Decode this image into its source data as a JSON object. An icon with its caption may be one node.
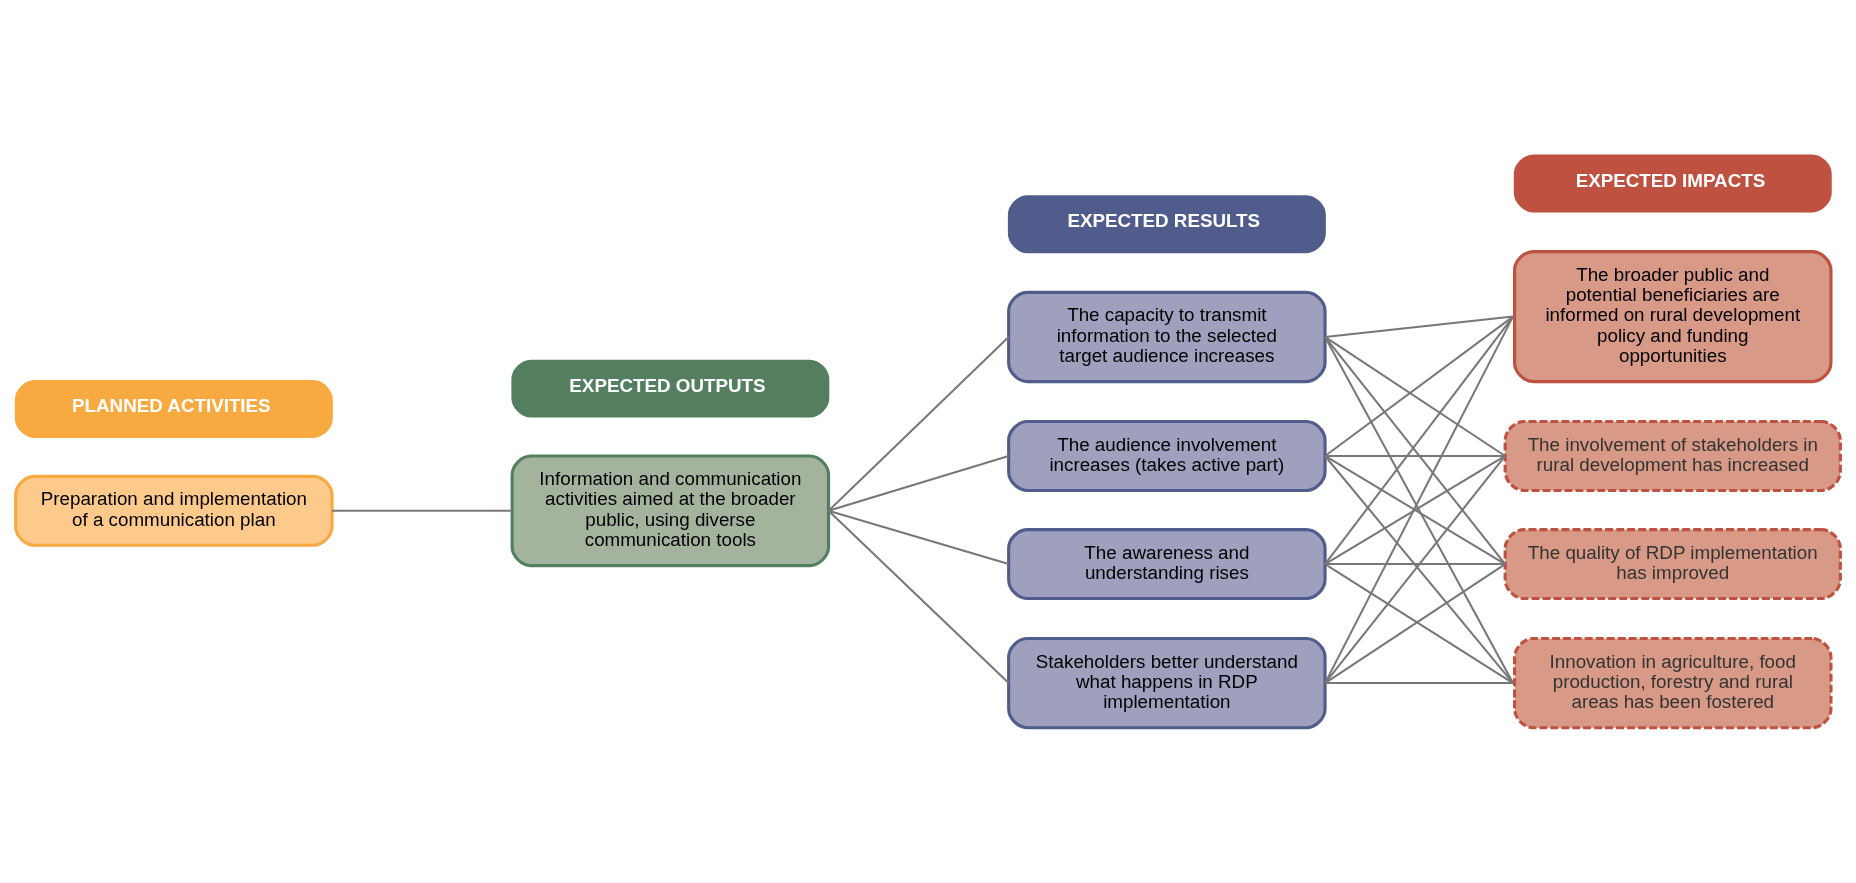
{
  "diagram": {
    "nodes": [
      {
        "text": [
          "PLANNED ACTIVITIES"
        ]
      },
      {
        "text": [
          "EXPECTED OUTPUTS"
        ]
      },
      {
        "text": [
          "EXPECTED RESULTS"
        ]
      },
      {
        "text": [
          "EXPECTED IMPACTS"
        ]
      },
      {
        "text": [
          "Preparation and implementation of a communication plan"
        ]
      },
      {
        "text": [
          "Information and communication activities aimed at the broader public, using diverse communication tools"
        ]
      },
      {
        "text": [
          "The capacity to transmit information to the selected target audience increases"
        ]
      },
      {
        "text": [
          "The audience involvement increases (takes active part)"
        ]
      },
      {
        "text": [
          "The awareness and understanding rises"
        ]
      },
      {
        "text": [
          "Stakeholders better understand what happens in RDP implementation"
        ]
      },
      {
        "text": [
          "The broader public and potential beneficiaries are informed on rural development policy and funding opportunities"
        ]
      },
      {
        "text": [
          "The involvement of stakeholders in rural development has increased"
        ]
      },
      {
        "text": [
          "The quality of RDP implementation has improved"
        ]
      },
      {
        "text": [
          "Innovation in agriculture, food production, forestry and rural areas has been fostered"
        ]
      }
    ],
    "edges": [
      {
        "from": 4,
        "to": 5,
        "arrow": "none"
      },
      {
        "from": 5,
        "to": 6,
        "arrow": "none"
      },
      {
        "from": 5,
        "to": 7,
        "arrow": "none"
      },
      {
        "from": 5,
        "to": 8,
        "arrow": "none"
      },
      {
        "from": 5,
        "to": 9,
        "arrow": "none"
      },
      {
        "from": 6,
        "to": 10,
        "arrow": "none"
      },
      {
        "from": 6,
        "to": 11,
        "arrow": "none"
      },
      {
        "from": 6,
        "to": 12,
        "arrow": "none"
      },
      {
        "from": 6,
        "to": 13,
        "arrow": "none"
      },
      {
        "from": 7,
        "to": 10,
        "arrow": "none"
      },
      {
        "from": 7,
        "to": 11,
        "arrow": "none"
      },
      {
        "from": 7,
        "to": 12,
        "arrow": "none"
      },
      {
        "from": 7,
        "to": 13,
        "arrow": "none"
      },
      {
        "from": 8,
        "to": 10,
        "arrow": "none"
      },
      {
        "from": 8,
        "to": 11,
        "arrow": "none"
      },
      {
        "from": 8,
        "to": 12,
        "arrow": "none"
      },
      {
        "from": 8,
        "to": 13,
        "arrow": "none"
      },
      {
        "from": 9,
        "to": 10,
        "arrow": "none"
      },
      {
        "from": 9,
        "to": 11,
        "arrow": "none"
      },
      {
        "from": 9,
        "to": 12,
        "arrow": "none"
      },
      {
        "from": 9,
        "to": 13,
        "arrow": "none"
      }
    ]
  }
}
